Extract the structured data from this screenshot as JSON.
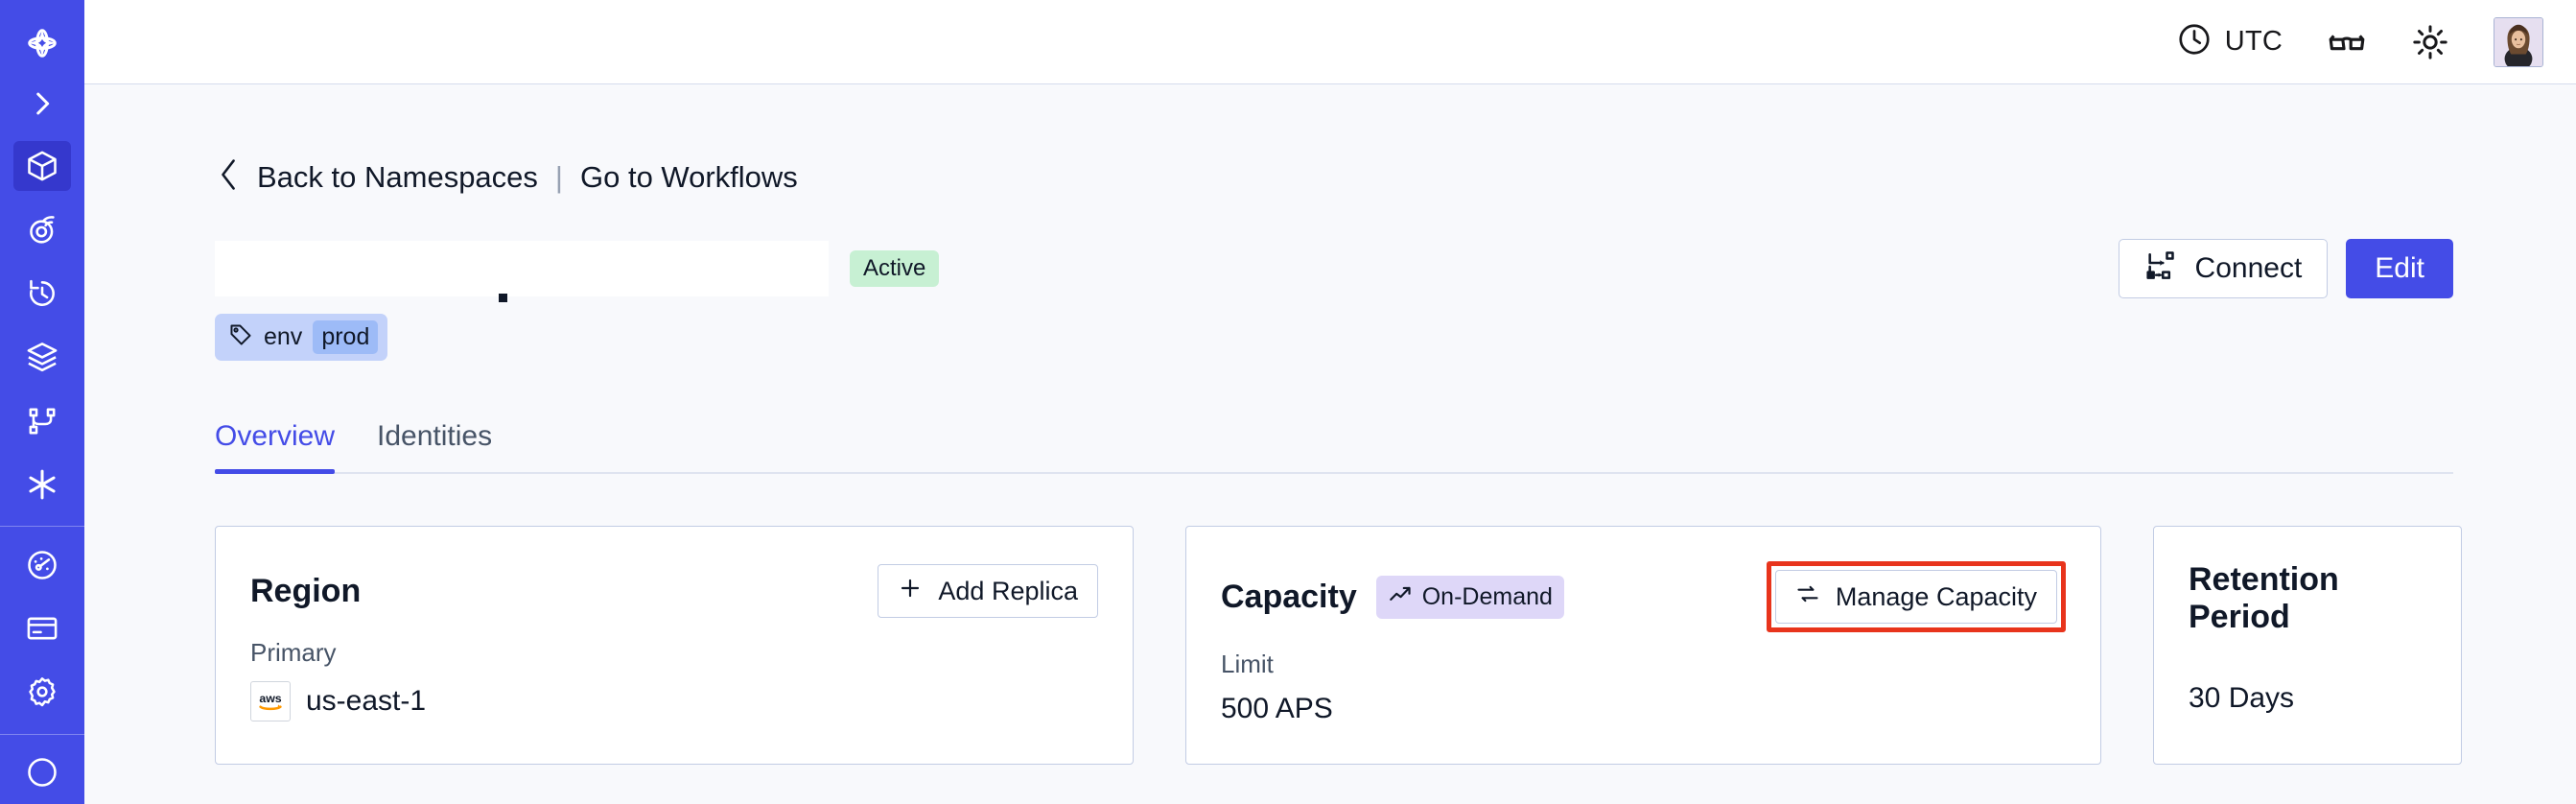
{
  "colors": {
    "brand": "#444ce7",
    "brand_active": "#3538cd",
    "page_bg": "#f8f9fc",
    "card_border": "#c2cce4",
    "badge_active_bg": "#c7f0d3",
    "badge_ondemand_bg": "#ded7f8",
    "tag_bg": "#c3d2fa",
    "tag_value_bg": "#9dbbf7",
    "highlight_red": "#e8341c",
    "aws_orange": "#ff9900"
  },
  "sidebar": {
    "logo_icon": "temporal-logo-icon",
    "toggle_icon": "chevron-right-icon",
    "items": [
      {
        "name": "namespaces",
        "icon": "cube-icon",
        "active": true
      },
      {
        "name": "observability",
        "icon": "radar-eye-icon",
        "active": false
      },
      {
        "name": "history",
        "icon": "clock-rewind-icon",
        "active": false
      },
      {
        "name": "layers",
        "icon": "layers-icon",
        "active": false
      },
      {
        "name": "workflows",
        "icon": "git-branch-icon",
        "active": false
      },
      {
        "name": "nexus",
        "icon": "asterisk-icon",
        "active": false
      }
    ],
    "items_secondary": [
      {
        "name": "usage",
        "icon": "gauge-icon",
        "active": false
      },
      {
        "name": "billing",
        "icon": "credit-card-icon",
        "active": false
      },
      {
        "name": "settings",
        "icon": "gear-icon",
        "active": false
      }
    ]
  },
  "topbar": {
    "timezone_icon": "clock-icon",
    "timezone_label": "UTC",
    "glasses_icon": "glasses-icon",
    "theme_icon": "sun-icon",
    "avatar_icon": "avatar"
  },
  "breadcrumb": {
    "back_icon": "chevron-left-icon",
    "back_label": "Back to Namespaces",
    "separator": "|",
    "link_label": "Go to Workflows"
  },
  "header": {
    "namespace_title": "",
    "status_badge": "Active",
    "connect_icon": "connect-icon",
    "connect_label": "Connect",
    "edit_label": "Edit",
    "tag": {
      "icon": "tag-icon",
      "key": "env",
      "value": "prod"
    }
  },
  "tabs": [
    {
      "label": "Overview",
      "active": true
    },
    {
      "label": "Identities",
      "active": false
    }
  ],
  "cards": {
    "region": {
      "title": "Region",
      "action_icon": "plus-icon",
      "action_label": "Add Replica",
      "sub_label": "Primary",
      "provider_icon": "aws-logo",
      "value": "us-east-1"
    },
    "capacity": {
      "title": "Capacity",
      "badge_icon": "trending-up-icon",
      "badge_label": "On-Demand",
      "action_icon": "sliders-icon",
      "action_label": "Manage Capacity",
      "action_highlighted": true,
      "sub_label": "Limit",
      "value": "500 APS"
    },
    "retention": {
      "title": "Retention Period",
      "value": "30  Days"
    }
  }
}
